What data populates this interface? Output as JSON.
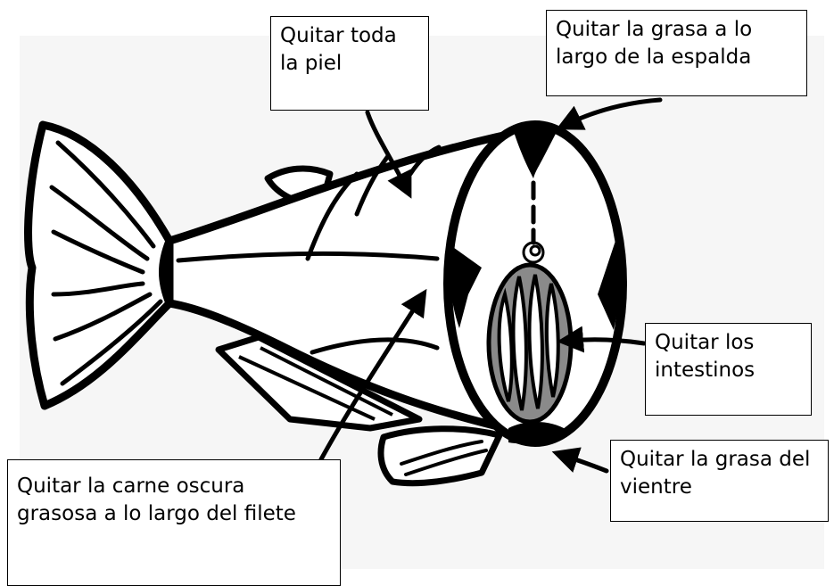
{
  "colors": {
    "background_panel": "#f6f6f6",
    "outline": "#000000",
    "intestines": "#8a8a8a",
    "box_fill": "#ffffff"
  },
  "labels": {
    "skin": "Quitar toda la piel",
    "back_fat": "Quitar la grasa a lo largo de la espalda",
    "intestines": "Quitar los intestinos",
    "belly_fat": "Quitar la grasa del vientre",
    "dark_meat": "Quitar la carne oscura grasosa a lo largo del filete"
  }
}
